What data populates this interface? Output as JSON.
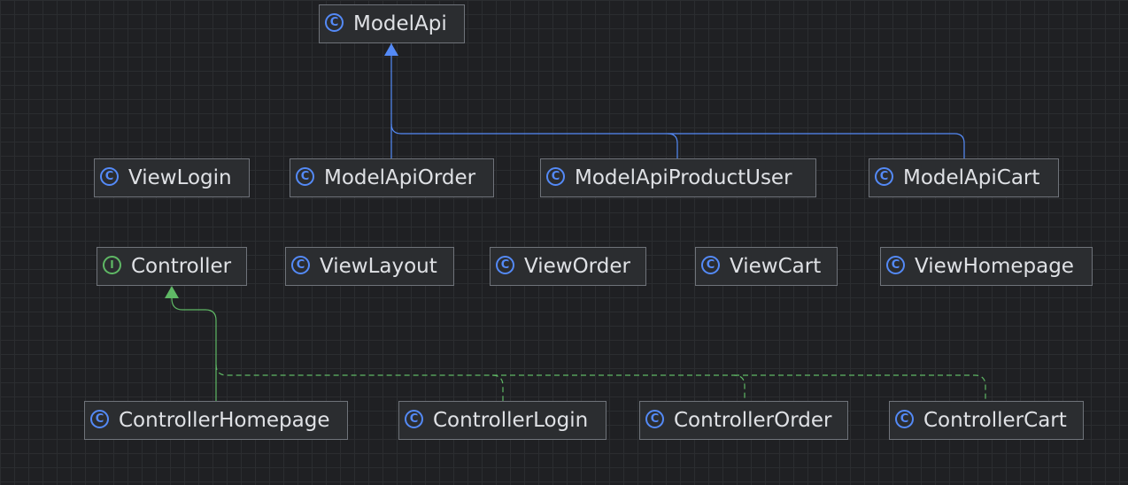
{
  "diagram": {
    "colors": {
      "background": "#1f2023",
      "grid": "#2b2d30",
      "node_fill": "#2b2d30",
      "node_border": "#6f737a",
      "text": "#dfe1e5",
      "class_badge": "#548af7",
      "interface_badge": "#5fb865",
      "inheritance_edge": "#548af7",
      "realization_edge": "#5fb865"
    },
    "nodes": [
      {
        "id": "ModelApi",
        "kind": "class",
        "badge": "C",
        "icon": "class-icon",
        "label": "ModelApi"
      },
      {
        "id": "ViewLogin",
        "kind": "class",
        "badge": "C",
        "icon": "class-icon",
        "label": "ViewLogin"
      },
      {
        "id": "ModelApiOrder",
        "kind": "class",
        "badge": "C",
        "icon": "class-icon",
        "label": "ModelApiOrder"
      },
      {
        "id": "ModelApiProductUser",
        "kind": "class",
        "badge": "C",
        "icon": "class-icon",
        "label": "ModelApiProductUser"
      },
      {
        "id": "ModelApiCart",
        "kind": "class",
        "badge": "C",
        "icon": "class-icon",
        "label": "ModelApiCart"
      },
      {
        "id": "Controller",
        "kind": "interface",
        "badge": "I",
        "icon": "interface-icon",
        "label": "Controller"
      },
      {
        "id": "ViewLayout",
        "kind": "class",
        "badge": "C",
        "icon": "class-icon",
        "label": "ViewLayout"
      },
      {
        "id": "ViewOrder",
        "kind": "class",
        "badge": "C",
        "icon": "class-icon",
        "label": "ViewOrder"
      },
      {
        "id": "ViewCart",
        "kind": "class",
        "badge": "C",
        "icon": "class-icon",
        "label": "ViewCart"
      },
      {
        "id": "ViewHomepage",
        "kind": "class",
        "badge": "C",
        "icon": "class-icon",
        "label": "ViewHomepage"
      },
      {
        "id": "ControllerHomepage",
        "kind": "class",
        "badge": "C",
        "icon": "class-icon",
        "label": "ControllerHomepage"
      },
      {
        "id": "ControllerLogin",
        "kind": "class",
        "badge": "C",
        "icon": "class-icon",
        "label": "ControllerLogin"
      },
      {
        "id": "ControllerOrder",
        "kind": "class",
        "badge": "C",
        "icon": "class-icon",
        "label": "ControllerOrder"
      },
      {
        "id": "ControllerCart",
        "kind": "class",
        "badge": "C",
        "icon": "class-icon",
        "label": "ControllerCart"
      }
    ],
    "edges": [
      {
        "from": "ModelApiOrder",
        "to": "ModelApi",
        "type": "inheritance",
        "style": "solid"
      },
      {
        "from": "ModelApiProductUser",
        "to": "ModelApi",
        "type": "inheritance",
        "style": "solid"
      },
      {
        "from": "ModelApiCart",
        "to": "ModelApi",
        "type": "inheritance",
        "style": "solid"
      },
      {
        "from": "ControllerHomepage",
        "to": "Controller",
        "type": "realization",
        "style": "dashed"
      },
      {
        "from": "ControllerLogin",
        "to": "Controller",
        "type": "realization",
        "style": "dashed"
      },
      {
        "from": "ControllerOrder",
        "to": "Controller",
        "type": "realization",
        "style": "dashed"
      },
      {
        "from": "ControllerCart",
        "to": "Controller",
        "type": "realization",
        "style": "dashed"
      }
    ]
  }
}
